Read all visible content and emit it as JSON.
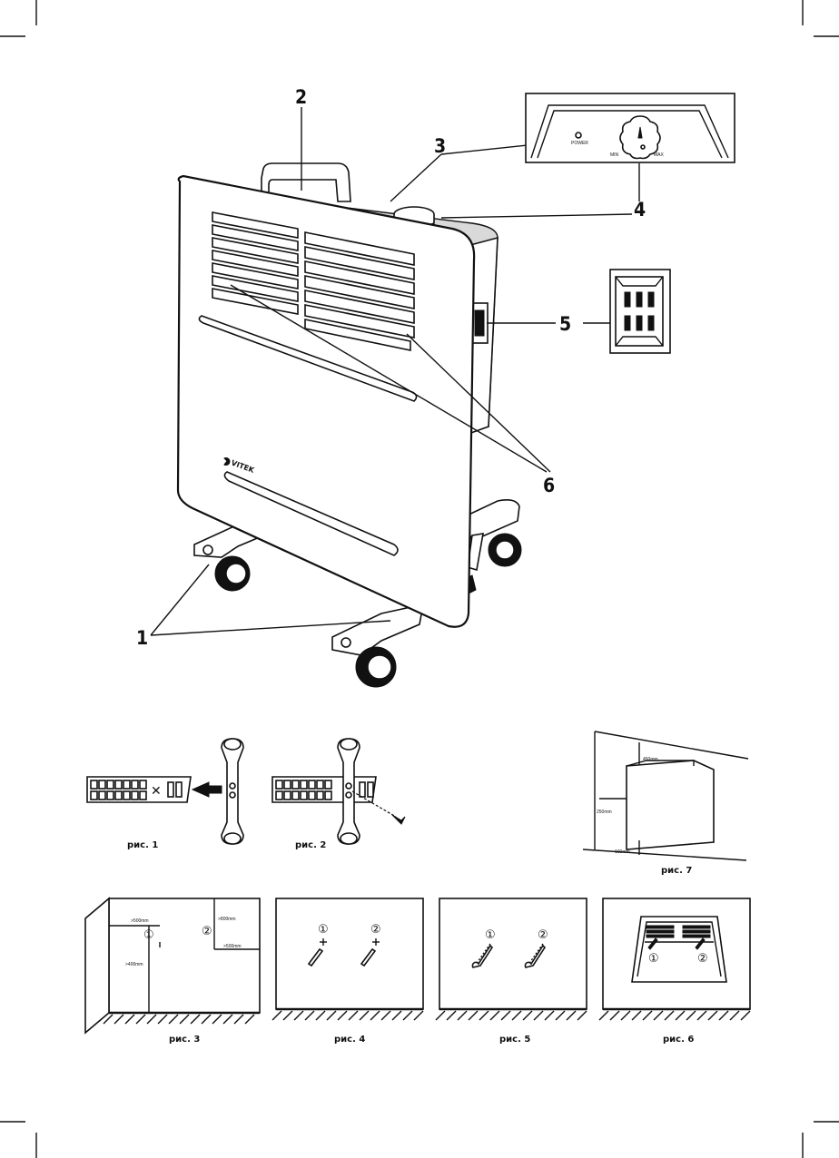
{
  "callouts": {
    "c1": "1",
    "c2": "2",
    "c3": "3",
    "c4": "4",
    "c5": "5",
    "c6": "6"
  },
  "brand": "VITEK",
  "panel": {
    "power": "POWER",
    "min": "MIN",
    "max": "MAX"
  },
  "figures": {
    "fig1": "рис. 1",
    "fig2": "рис. 2",
    "fig3": "рис. 3",
    "fig4": "рис. 4",
    "fig5": "рис. 5",
    "fig6": "рис. 6",
    "fig7": "рис. 7"
  },
  "dims7": {
    "top": "450mm",
    "side": "250mm",
    "bottom": "100mm"
  },
  "dims3": {
    "a": ">500mm",
    "b": ">800mm",
    "c": ">500mm",
    "d": ">400mm"
  },
  "marks": {
    "m1": "①",
    "m2": "②"
  }
}
